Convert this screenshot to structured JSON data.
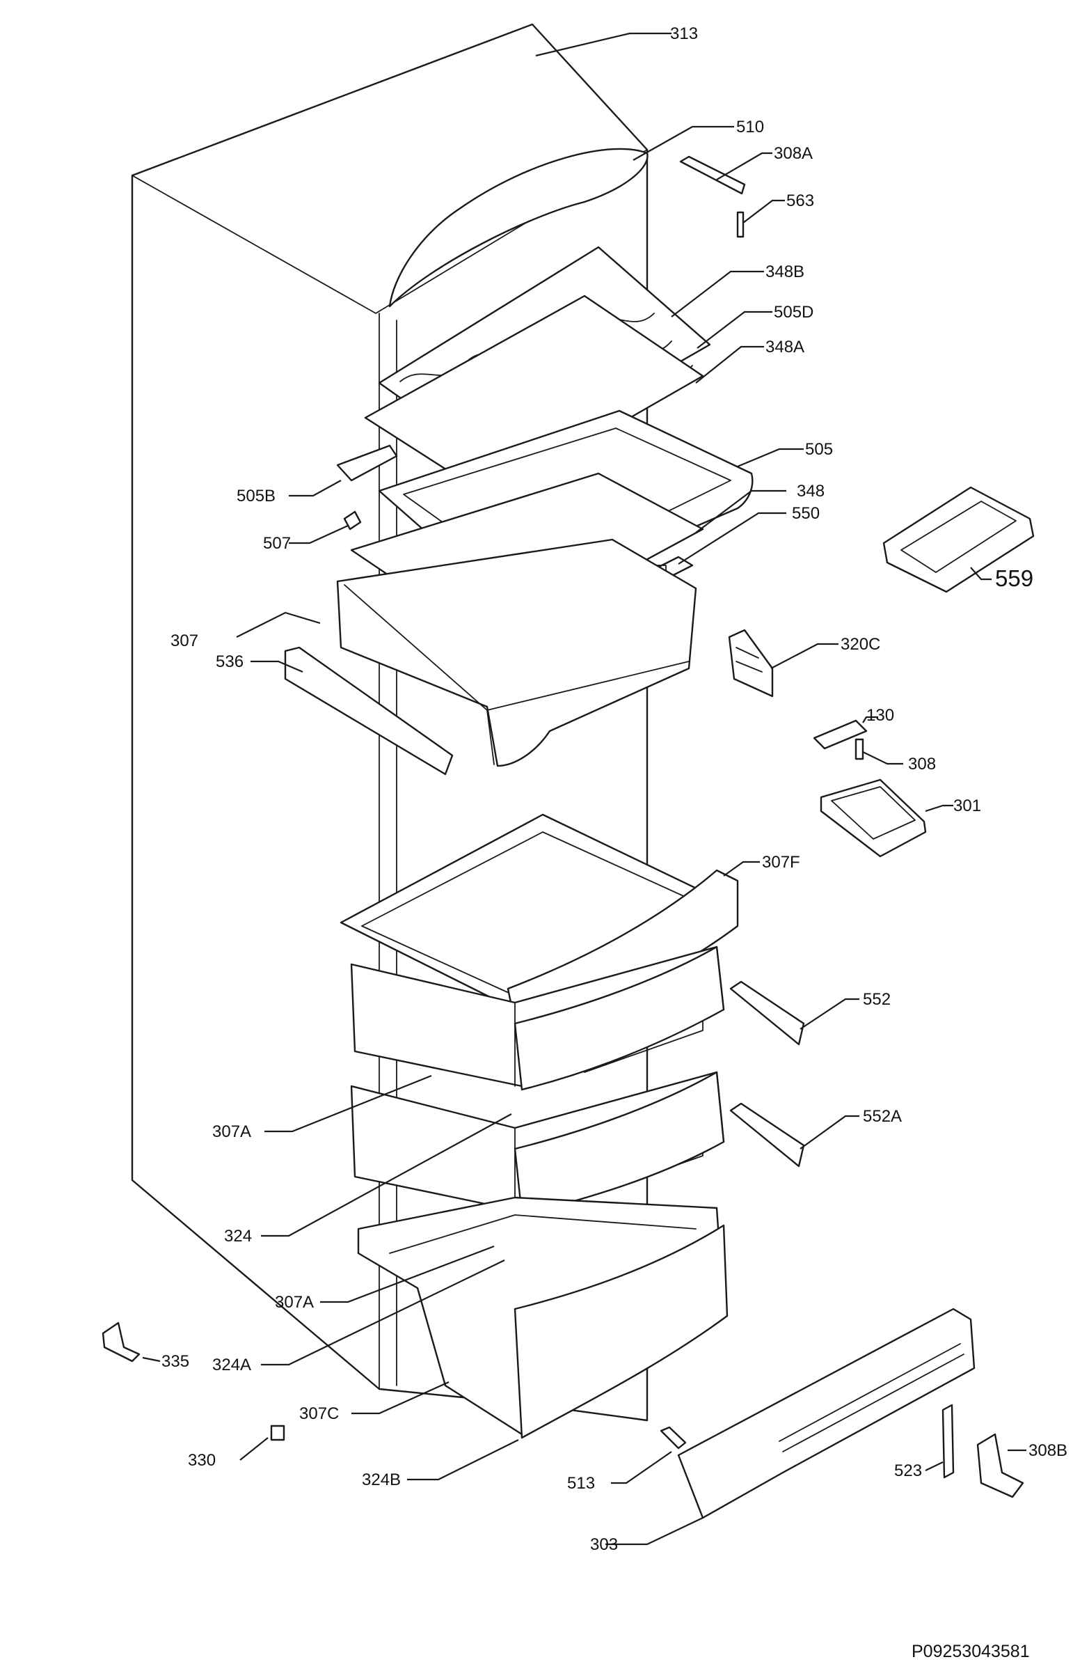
{
  "diagram": {
    "drawing_code": "P09253043581",
    "labels": [
      {
        "id": "313",
        "text": "313"
      },
      {
        "id": "510",
        "text": "510"
      },
      {
        "id": "308A",
        "text": "308A"
      },
      {
        "id": "563",
        "text": "563"
      },
      {
        "id": "348B",
        "text": "348B"
      },
      {
        "id": "505D",
        "text": "505D"
      },
      {
        "id": "348A",
        "text": "348A"
      },
      {
        "id": "505",
        "text": "505"
      },
      {
        "id": "505B",
        "text": "505B"
      },
      {
        "id": "348",
        "text": "348"
      },
      {
        "id": "507",
        "text": "507"
      },
      {
        "id": "550",
        "text": "550"
      },
      {
        "id": "559",
        "text": "559"
      },
      {
        "id": "307",
        "text": "307"
      },
      {
        "id": "536",
        "text": "536"
      },
      {
        "id": "320C",
        "text": "320C"
      },
      {
        "id": "130",
        "text": "130"
      },
      {
        "id": "308",
        "text": "308"
      },
      {
        "id": "301",
        "text": "301"
      },
      {
        "id": "307F",
        "text": "307F"
      },
      {
        "id": "552",
        "text": "552"
      },
      {
        "id": "552A",
        "text": "552A"
      },
      {
        "id": "307A-1",
        "text": "307A"
      },
      {
        "id": "324",
        "text": "324"
      },
      {
        "id": "307A-2",
        "text": "307A"
      },
      {
        "id": "324A",
        "text": "324A"
      },
      {
        "id": "335",
        "text": "335"
      },
      {
        "id": "307C",
        "text": "307C"
      },
      {
        "id": "330",
        "text": "330"
      },
      {
        "id": "324B",
        "text": "324B"
      },
      {
        "id": "513",
        "text": "513"
      },
      {
        "id": "523",
        "text": "523"
      },
      {
        "id": "308B",
        "text": "308B"
      },
      {
        "id": "303",
        "text": "303"
      }
    ]
  }
}
